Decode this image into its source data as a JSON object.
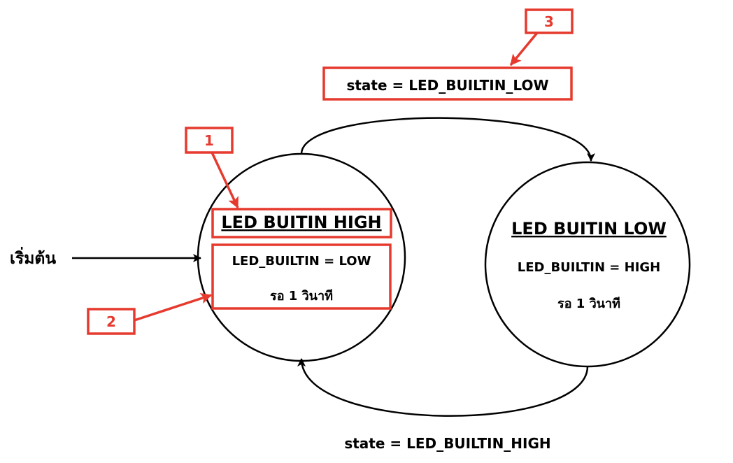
{
  "colors": {
    "line": "#000000",
    "highlight": "#e63a2e",
    "background": "#ffffff"
  },
  "start": {
    "label": "เริ่มต้น"
  },
  "states": {
    "high": {
      "title": "LED BUITIN HIGH",
      "action": "LED_BUILTIN = LOW",
      "wait": "รอ 1 วินาที"
    },
    "low": {
      "title": "LED BUITIN LOW",
      "action": "LED_BUILTIN = HIGH",
      "wait": "รอ 1 วินาที"
    }
  },
  "transitions": {
    "to_low": "state = LED_BUILTIN_LOW",
    "to_high": "state = LED_BUILTIN_HIGH"
  },
  "callouts": {
    "one": "1",
    "two": "2",
    "three": "3"
  }
}
